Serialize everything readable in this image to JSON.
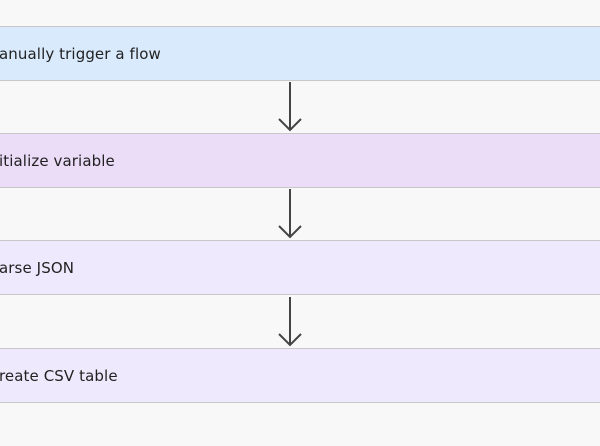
{
  "flow": {
    "steps": [
      {
        "label": "anually trigger a flow",
        "color": "#d9eafd"
      },
      {
        "label": "itialize variable",
        "color": "#ebdcf8"
      },
      {
        "label": "arse JSON",
        "color": "#efe9fd"
      },
      {
        "label": "reate CSV table",
        "color": "#efe9fd"
      }
    ],
    "connector_icon": "arrow-down-icon",
    "connector_color": "#444444",
    "canvas_color": "#f8f8f8"
  }
}
